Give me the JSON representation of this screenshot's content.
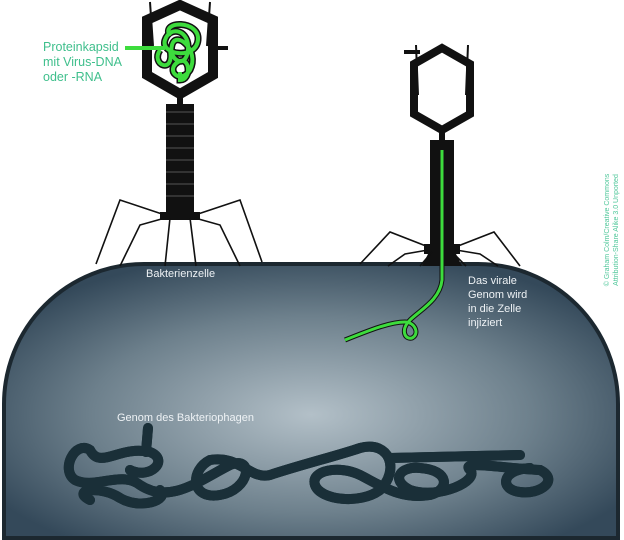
{
  "labels": {
    "capsid": [
      "Proteinkapsid",
      "mit Virus-DNA",
      "oder -RNA"
    ],
    "cell": "Bakterienzelle",
    "injection": [
      "Das virale",
      "Genom wird",
      "in die Zelle",
      "injiziert"
    ],
    "genome": "Genom des Bakteriophagen"
  },
  "copyright": [
    "© Graham Colm/Creative Commons",
    "Attribution-Share Alike 3.0 Unported"
  ],
  "colors": {
    "viral_dna": "#3ddc3d",
    "phage_genome": "#8ee8ee",
    "phage_body": "#111111",
    "cell_center": "#aab8c2",
    "cell_edge": "#2e4250"
  }
}
